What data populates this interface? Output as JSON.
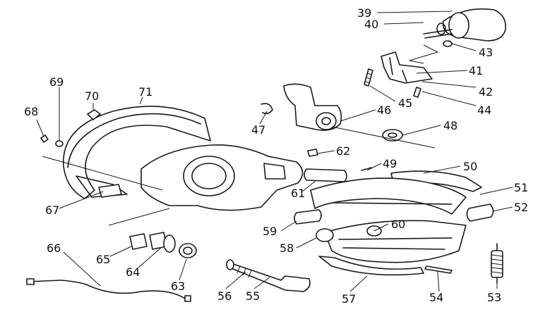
{
  "diagram": {
    "callouts": [
      "39",
      "40",
      "41",
      "42",
      "43",
      "44",
      "45",
      "46",
      "47",
      "48",
      "49",
      "50",
      "51",
      "52",
      "53",
      "54",
      "55",
      "56",
      "57",
      "58",
      "59",
      "60",
      "61",
      "62",
      "63",
      "64",
      "65",
      "66",
      "67",
      "68",
      "69",
      "70",
      "71"
    ]
  }
}
